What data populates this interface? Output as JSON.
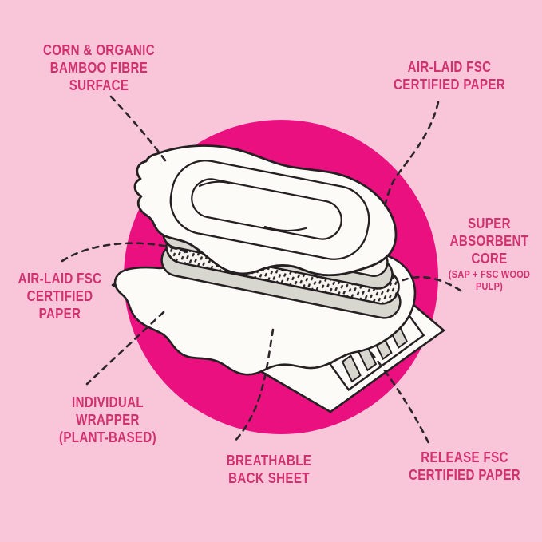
{
  "figure": {
    "kind": "product-layers-infographic",
    "subject": "sanitary pad exploded layer diagram"
  },
  "palette": {
    "background": "#F8C5D9",
    "circle": "#EA1080",
    "label_text": "#D1316F",
    "outline": "#241F21",
    "paper_white": "#FCFBF8",
    "shade_gray": "#D7D6CF"
  },
  "labels": {
    "corn_surface": {
      "lines": [
        "CORN & ORGANIC",
        "BAMBOO FIBRE",
        "SURFACE"
      ]
    },
    "airlaid_top": {
      "lines": [
        "AIR-LAID FSC",
        "CERTIFIED PAPER"
      ]
    },
    "super_core": {
      "lines": [
        "SUPER",
        "ABSORBENT",
        "CORE"
      ],
      "sublines": [
        "(SAP + FSC WOOD",
        "PULP)"
      ]
    },
    "airlaid_left": {
      "lines": [
        "AIR-LAID FSC",
        "CERTIFIED",
        "PAPER"
      ]
    },
    "wrapper": {
      "lines": [
        "INDIVIDUAL",
        "WRAPPER",
        "(PLANT-BASED)"
      ]
    },
    "back_sheet": {
      "lines": [
        "BREATHABLE",
        "BACK SHEET"
      ]
    },
    "release_paper": {
      "lines": [
        "RELEASE FSC",
        "CERTIFIED PAPER"
      ]
    }
  },
  "illustration_parts": [
    "top-sheet",
    "air-laid-paper-top",
    "super-absorbent-core",
    "air-laid-paper-bottom",
    "breathable-back-sheet",
    "release-paper-strip",
    "plant-based-wrapper"
  ]
}
